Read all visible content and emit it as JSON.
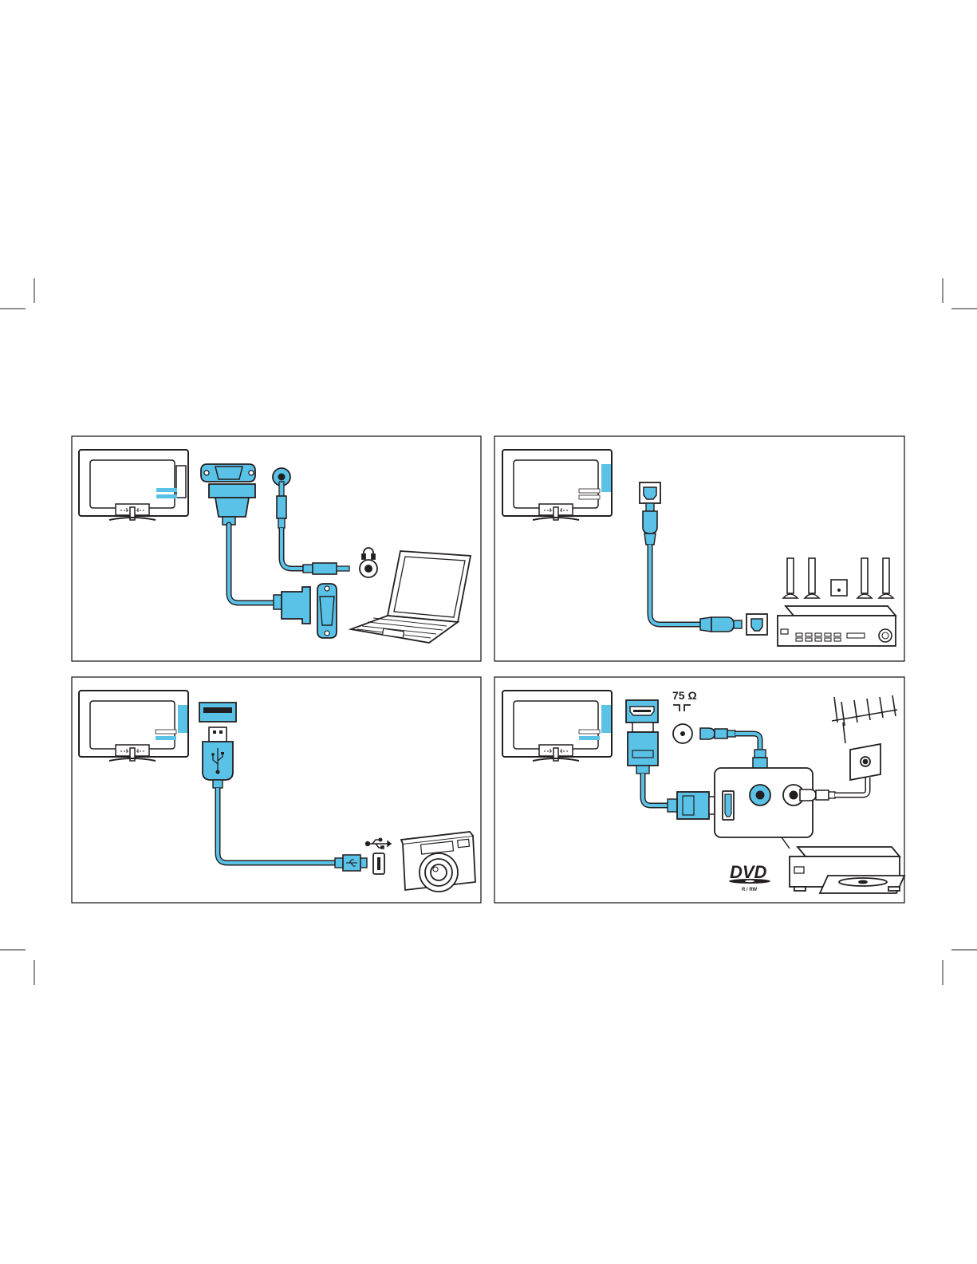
{
  "colors": {
    "cable": "#5bc2e7",
    "cable_dark": "#3aa9d4",
    "outline": "#231f20",
    "background": "#ffffff"
  },
  "panels": [
    {
      "id": "pc-connection",
      "icons": [
        "tv-back-icon",
        "vga-port-icon",
        "audio-jack-port-icon",
        "headphone-icon",
        "vga-cable-icon",
        "audio-cable-icon",
        "laptop-icon"
      ]
    },
    {
      "id": "optical-audio-connection",
      "icons": [
        "tv-back-icon",
        "optical-port-icon",
        "optical-cable-icon",
        "speaker-icon",
        "subwoofer-icon",
        "av-receiver-icon"
      ]
    },
    {
      "id": "usb-connection",
      "icons": [
        "tv-back-icon",
        "usb-port-icon",
        "usb-cable-icon",
        "usb-symbol-icon",
        "camera-icon"
      ]
    },
    {
      "id": "hdmi-antenna-connection",
      "icons": [
        "tv-back-icon",
        "hdmi-port-icon",
        "coax-port-icon",
        "antenna-icon",
        "wall-socket-icon",
        "dvd-recorder-icon",
        "dvd-logo-icon"
      ]
    }
  ],
  "labels": {
    "impedance": "75 Ω",
    "dvd_logo": "DVD",
    "dvd_sub": "R / RW"
  }
}
